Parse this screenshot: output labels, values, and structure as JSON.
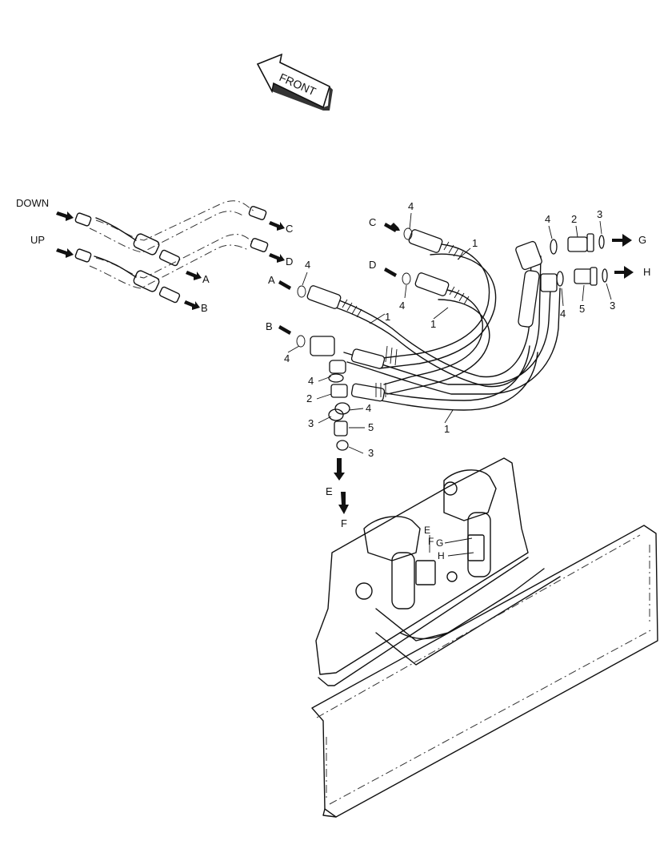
{
  "front_label": "FRONT",
  "callouts": {
    "down": "DOWN",
    "up": "UP",
    "a1": "A",
    "b1": "B",
    "c1": "C",
    "d1": "D",
    "a2": "A",
    "b2": "B",
    "c2": "C",
    "d2": "D",
    "e1": "E",
    "f1": "F",
    "g1": "G",
    "h1": "H",
    "e2": "E",
    "f2": "F",
    "g2": "G",
    "h2": "H",
    "n4a": "4",
    "n1a": "1",
    "n4b": "4",
    "n1b": "1",
    "n4c": "4",
    "n1c": "1",
    "n4d": "4",
    "n4e": "4",
    "n2a": "2",
    "n3a": "3",
    "n4f": "4",
    "n5a": "5",
    "n3b": "3",
    "n4g": "4",
    "n2b": "2",
    "n4h": "4",
    "n3c": "3",
    "n5b": "5",
    "n3d": "3",
    "n1d": "1"
  }
}
